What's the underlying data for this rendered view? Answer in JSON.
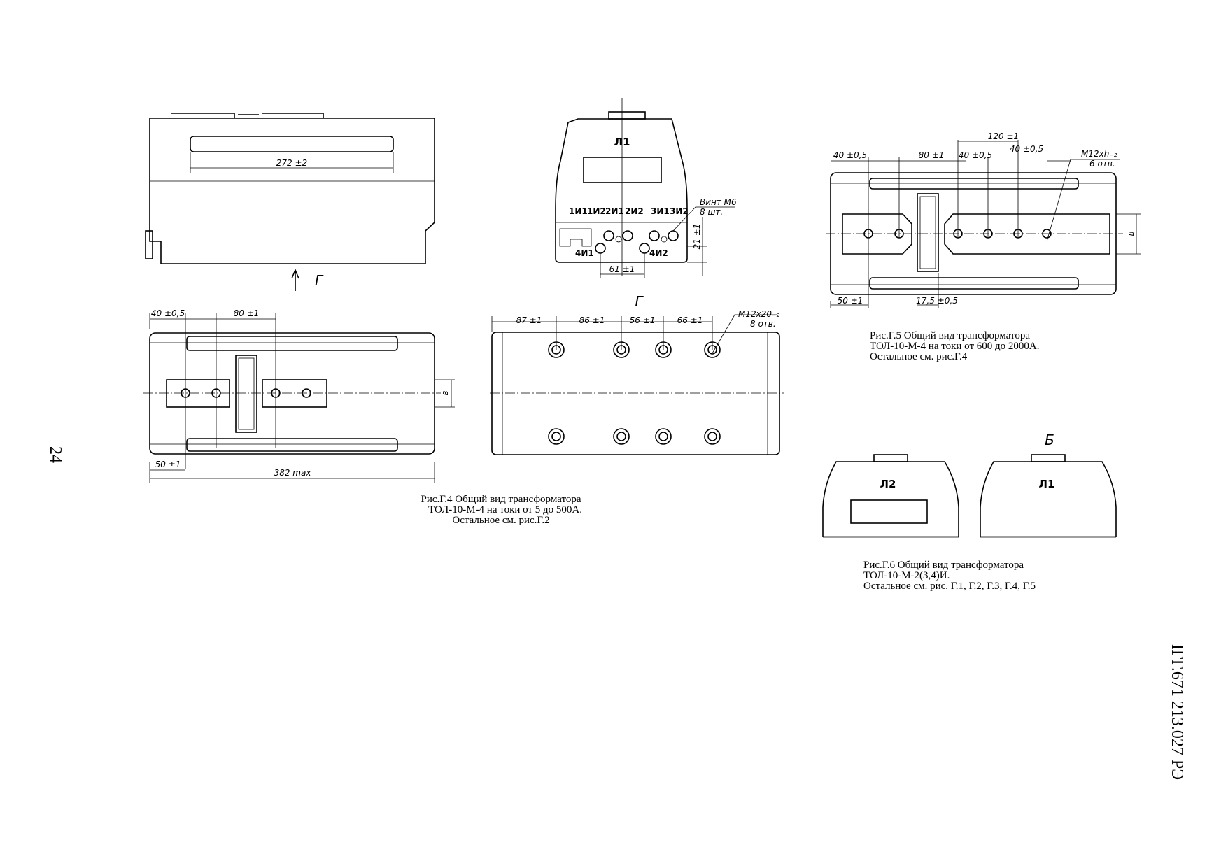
{
  "page_number": "24",
  "doc_code": "ІГГ.671 213.027 РЭ",
  "fig4": {
    "top_dim": "272 ±2",
    "view_arrow_label": "Г",
    "dims": {
      "a": "40 ±0,5",
      "b": "80 ±1",
      "c": "50 ±1",
      "d": "382 max",
      "e": "в"
    },
    "caption": [
      "Рис.Г.4 Общий вид трансформатора",
      "ТОЛ-10-М-4 на токи от 5 до 500А.",
      "Остальное см. рис.Г.2"
    ]
  },
  "front_view": {
    "marking": "Л1",
    "terminals": [
      "1И1",
      "1И2",
      "2И1",
      "2И2",
      "3И1",
      "3И2",
      "4И1",
      "4И2"
    ],
    "screw_note": [
      "Винт М6",
      "8 шт."
    ],
    "dim_height": "21 ±1",
    "dim_width": "61 ±1"
  },
  "view_g": {
    "label": "Г",
    "dims": [
      "87 ±1",
      "86 ±1",
      "56 ±1",
      "66 ±1"
    ],
    "hole_note": [
      "М12х20₋₂",
      "8 отв."
    ]
  },
  "fig5": {
    "dims": {
      "a": "40 ±0,5",
      "b": "80 ±1",
      "c": "40 ±0,5",
      "d": "120 ±1",
      "e": "40 ±0,5",
      "f": "50 ±1",
      "g": "17,5 ±0,5",
      "h": "в"
    },
    "hole_note": [
      "М12хh₋₂",
      "6 отв."
    ],
    "caption": [
      "Рис.Г.5 Общий вид трансформатора",
      "ТОЛ-10-М-4 на токи от 600 до 2000А.",
      "Остальное см. рис.Г.4"
    ]
  },
  "fig6": {
    "view_label": "Б",
    "left_marking": "Л2",
    "right_marking": "Л1",
    "caption": [
      "Рис.Г.6 Общий вид трансформатора",
      "ТОЛ-10-М-2(3,4)И.",
      "Остальное см. рис. Г.1, Г.2, Г.3, Г.4, Г.5"
    ]
  }
}
